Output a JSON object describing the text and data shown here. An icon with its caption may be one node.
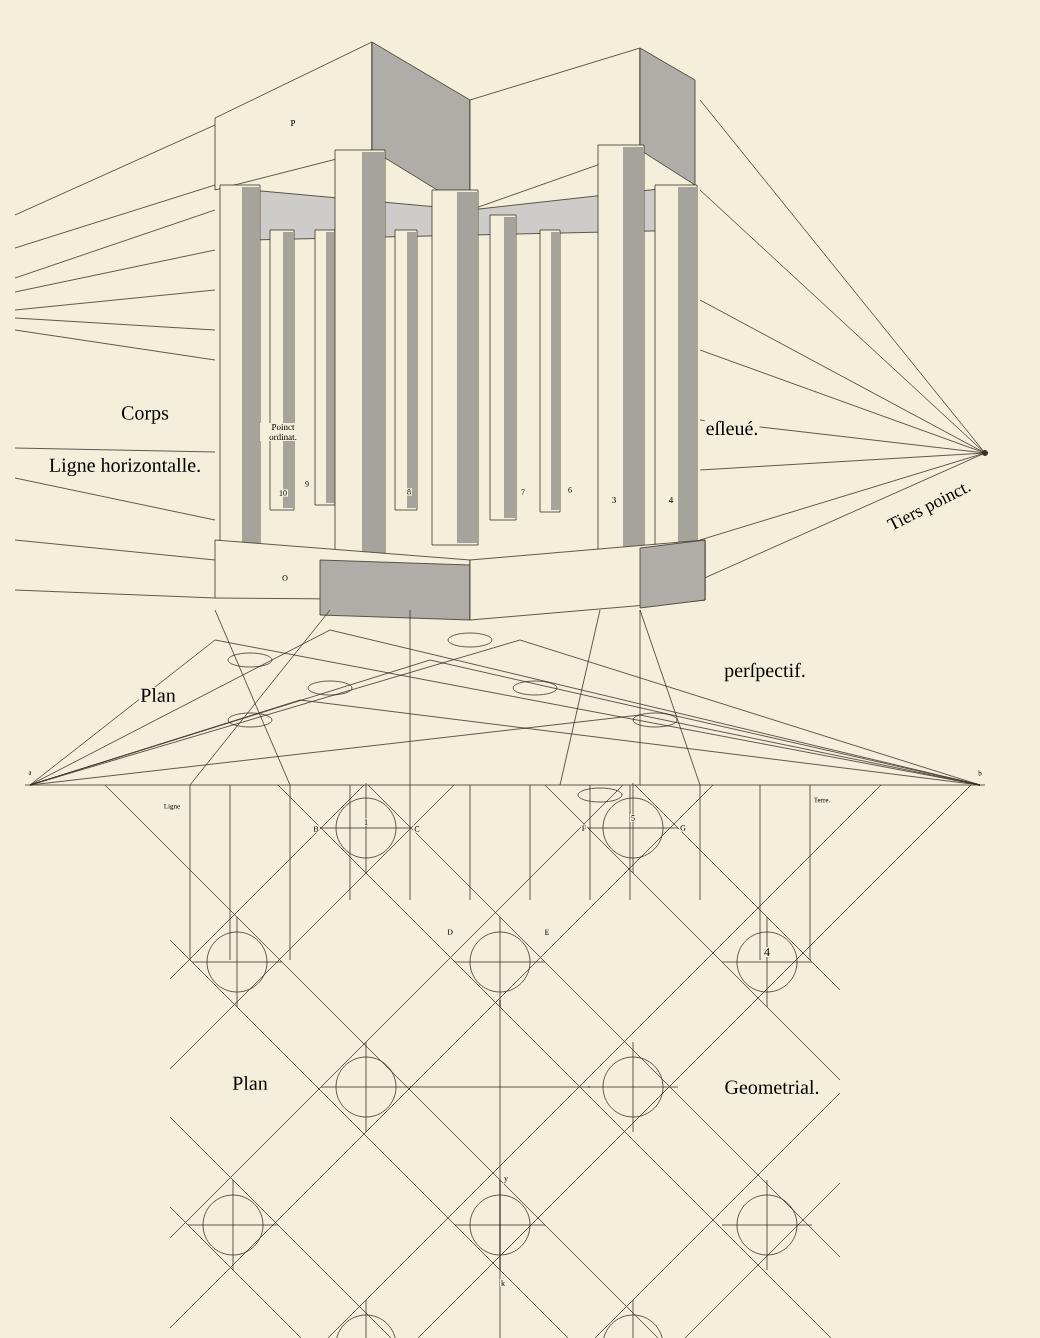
{
  "diagram": {
    "labels": [
      "P",
      "Corps",
      "Poinct ordinat.",
      "eſleué.",
      "Ligne horizontalle.",
      "Tiers poinct.",
      "10",
      "9",
      "8",
      "7",
      "6",
      "3",
      "4",
      "O",
      "Plan",
      "perſpectif.",
      "a",
      "Ligne",
      "Terre.",
      "b",
      "B",
      "1",
      "C",
      "F",
      "5",
      "G",
      "D",
      "E",
      "4",
      "Plan",
      "Geometrial.",
      "y",
      "k"
    ]
  }
}
